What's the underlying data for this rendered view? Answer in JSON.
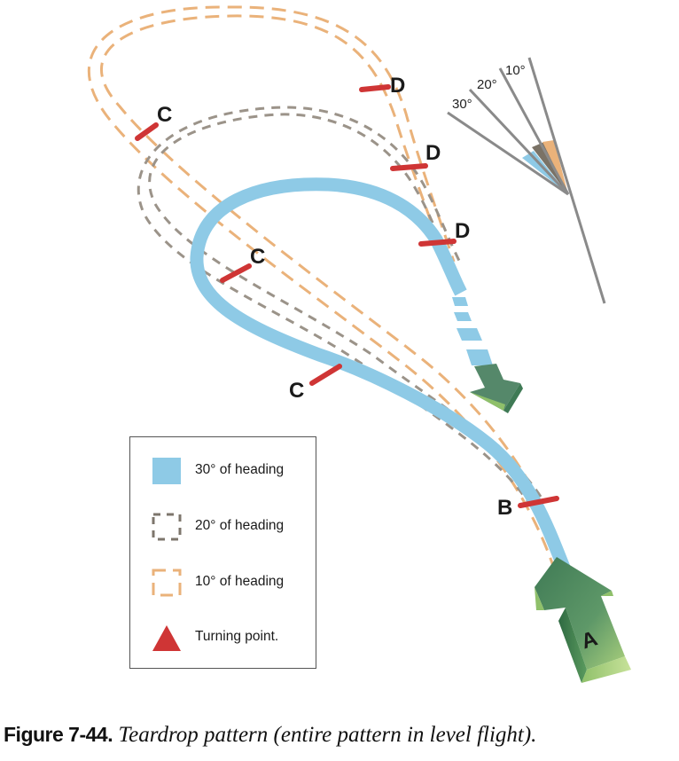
{
  "figure": {
    "number_label": "Figure 7-44.",
    "caption": "Teardrop pattern (entire pattern in level flight)."
  },
  "colors": {
    "heading_30": "#8ecae6",
    "heading_20": "#9b9389",
    "heading_10": "#eab27a",
    "turning_point": "#cf3535",
    "arrow_green": "#4f8a60",
    "angle_lines": "#8a8a8a"
  },
  "points": {
    "A": "A",
    "B": "B",
    "C": "C",
    "D": "D"
  },
  "angle_diagram": {
    "labels": [
      "30°",
      "20°",
      "10°"
    ]
  },
  "legend": {
    "items": [
      {
        "symbol": "solid-blue-square",
        "label": "30° of heading"
      },
      {
        "symbol": "gray-dashed-square",
        "label": "20° of heading"
      },
      {
        "symbol": "orange-dashed-square",
        "label": "10° of heading"
      },
      {
        "symbol": "red-triangle",
        "label": "Turning point."
      }
    ]
  }
}
